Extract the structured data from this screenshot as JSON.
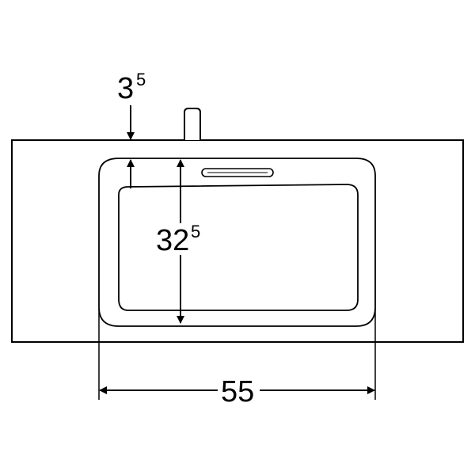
{
  "dimensions": {
    "rim_depth": {
      "main": "3",
      "sup": "5"
    },
    "basin_depth": {
      "main": "32",
      "sup": "5"
    },
    "basin_width": {
      "main": "55"
    }
  },
  "colors": {
    "line": "#000000",
    "background": "#ffffff"
  }
}
